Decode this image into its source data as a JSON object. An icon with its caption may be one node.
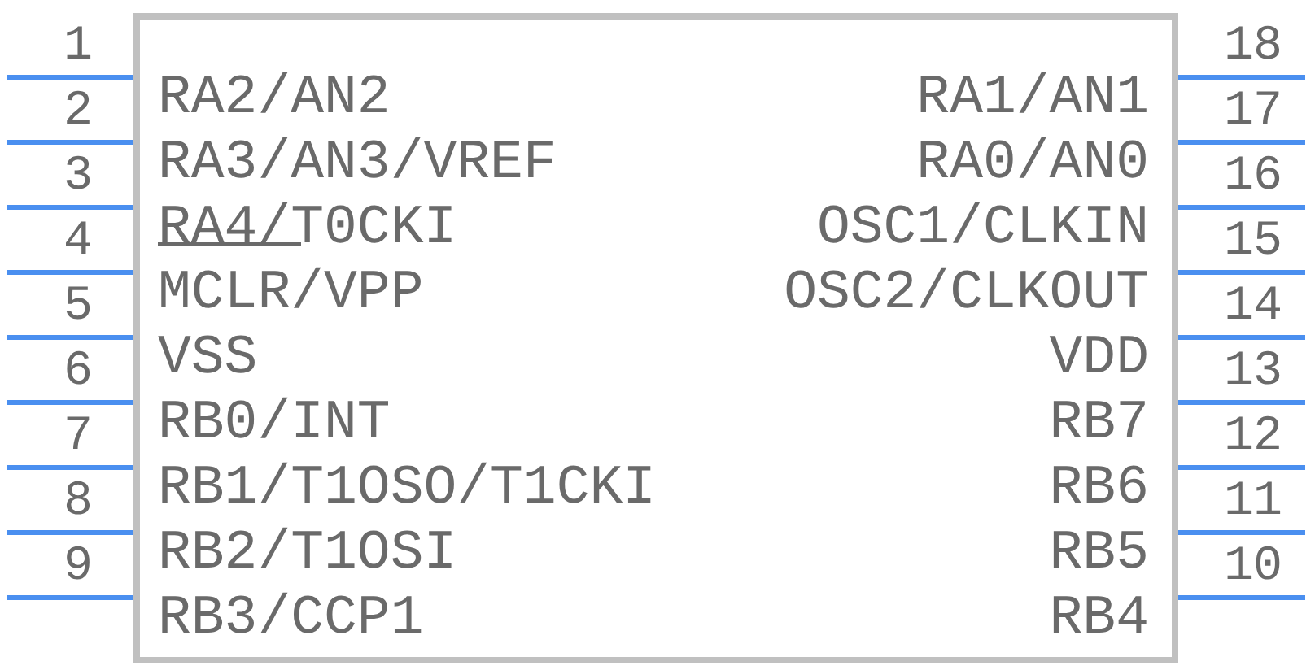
{
  "diagram": {
    "nodes": [
      {
        "text": [
          "RA2/AN2",
          "RA3/AN3/VREF",
          "RA4/T0CKI",
          "MCLR/VPP",
          "VSS",
          "RB0/INT",
          "RB1/T1OSO/T1CKI",
          "RB2/T1OSI",
          "RB3/CCP1",
          "RB4",
          "RB5",
          "RB6",
          "RB7",
          "VDD",
          "OSC2/CLKOUT",
          "OSC1/CLKIN",
          "RA0/AN0",
          "RA1/AN1"
        ]
      }
    ],
    "edges": [],
    "labels": [
      "1",
      "2",
      "3",
      "4",
      "5",
      "6",
      "7",
      "8",
      "9",
      "10",
      "11",
      "12",
      "13",
      "14",
      "15",
      "16",
      "17",
      "18"
    ]
  }
}
